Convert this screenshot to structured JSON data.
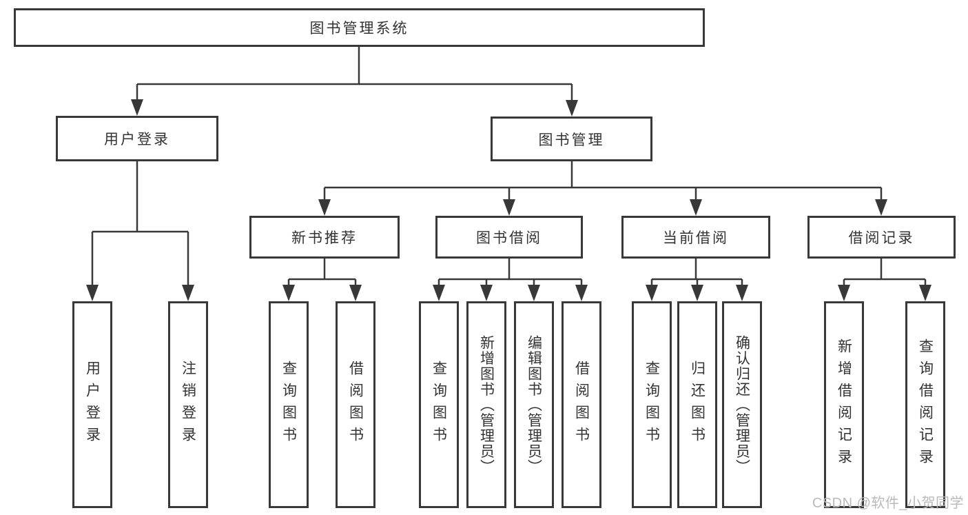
{
  "diagram": {
    "root": {
      "label": "图书管理系统"
    },
    "level2": [
      {
        "label": "用户登录"
      },
      {
        "label": "图书管理"
      }
    ],
    "level3": [
      {
        "label": "新书推荐"
      },
      {
        "label": "图书借阅"
      },
      {
        "label": "当前借阅"
      },
      {
        "label": "借阅记录"
      }
    ],
    "leaves": [
      {
        "group": "用户登录",
        "label": "用户登录"
      },
      {
        "group": "用户登录",
        "label": "注销登录"
      },
      {
        "group": "新书推荐",
        "label": "查询图书"
      },
      {
        "group": "新书推荐",
        "label": "借阅图书"
      },
      {
        "group": "图书借阅",
        "label": "查询图书"
      },
      {
        "group": "图书借阅",
        "label": "新增图书（管理员）"
      },
      {
        "group": "图书借阅",
        "label": "编辑图书（管理员）"
      },
      {
        "group": "图书借阅",
        "label": "借阅图书"
      },
      {
        "group": "当前借阅",
        "label": "查询图书"
      },
      {
        "group": "当前借阅",
        "label": "归还图书"
      },
      {
        "group": "当前借阅",
        "label": "确认归还（管理员）"
      },
      {
        "group": "借阅记录",
        "label": "新增借阅记录"
      },
      {
        "group": "借阅记录",
        "label": "查询借阅记录"
      }
    ],
    "watermark": "CSDN @软件_小贺同学",
    "colors": {
      "line": "#383838",
      "text": "#333333",
      "watermark": "#b9b9b9",
      "background": "#ffffff"
    }
  }
}
